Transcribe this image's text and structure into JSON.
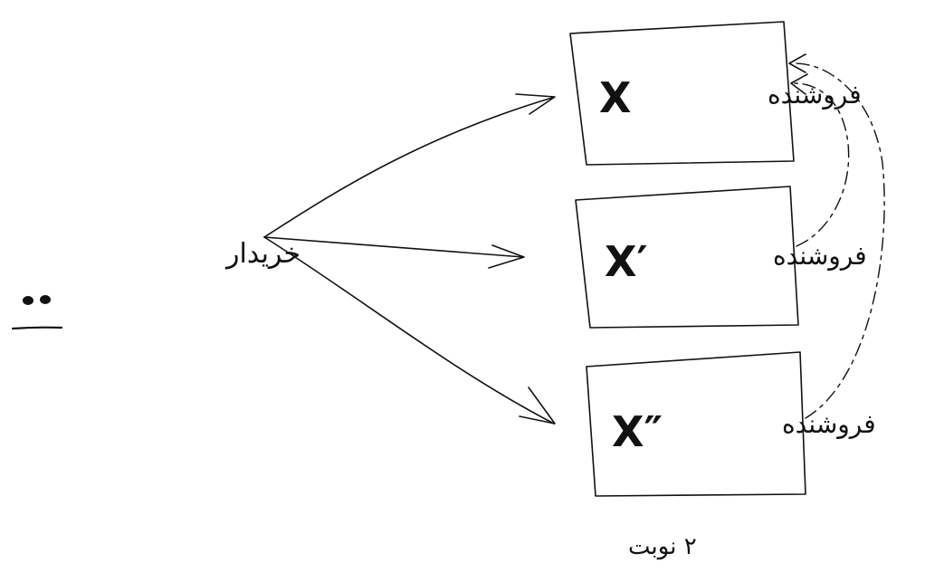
{
  "buyer": {
    "label": "خریدار",
    "icon": "face-icon"
  },
  "sellers": [
    {
      "label": "فروشنده",
      "variable": "X"
    },
    {
      "label": "فروشنده",
      "variable": "X′"
    },
    {
      "label": "فروشنده",
      "variable": "X″"
    }
  ],
  "caption": "۲ نوبت"
}
